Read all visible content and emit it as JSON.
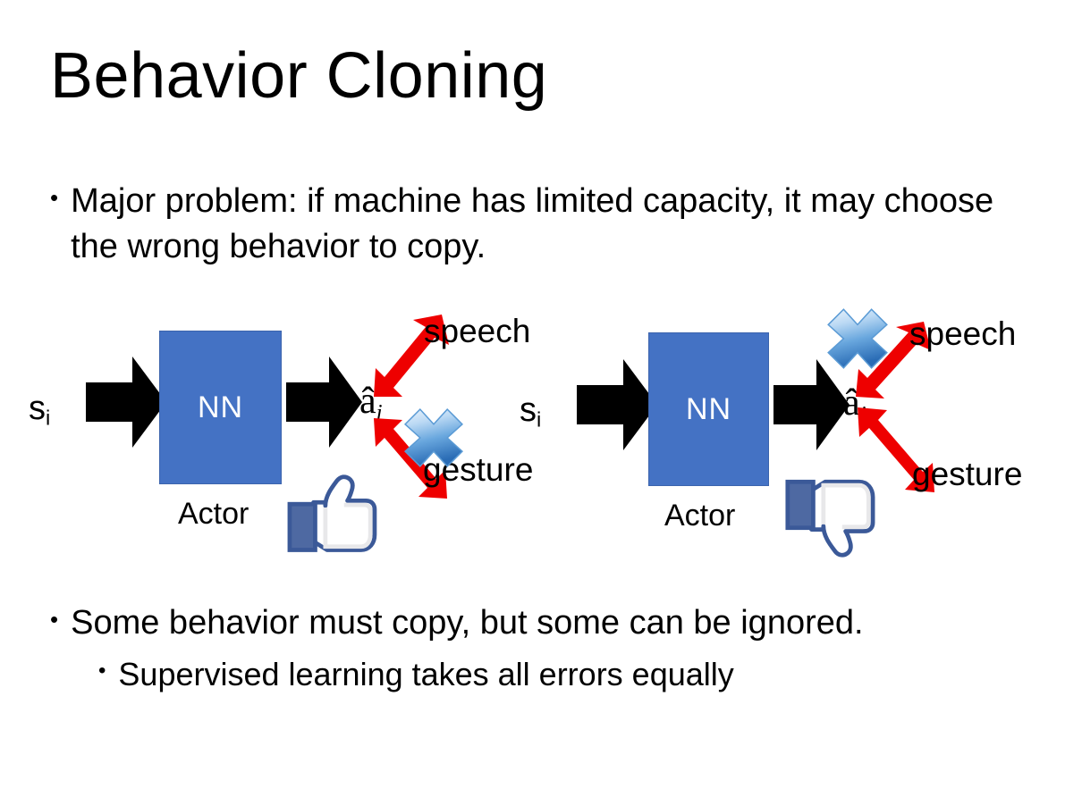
{
  "slide": {
    "title": "Behavior Cloning",
    "background_color": "#FFFFFF"
  },
  "bullets": [
    {
      "id": "bullet-top",
      "level": 1,
      "marker": "•",
      "text": "Major problem: if machine has limited capacity, it may choose the wrong behavior to copy."
    },
    {
      "id": "bullet-mid",
      "level": 1,
      "marker": "•",
      "text": "Some behavior must copy, but some can be ignored."
    },
    {
      "id": "bullet-sub",
      "level": 2,
      "marker": "•",
      "text": "Supervised learning takes all errors equally"
    }
  ],
  "colors": {
    "nn_box_fill": "#4472C4",
    "nn_box_text": "#FFFFFF",
    "arrow_black": "#000000",
    "arrow_red": "#EE0000",
    "cross_blue_light": "#BDD7F0",
    "cross_blue_dark": "#2E75B6",
    "thumb_outline": "#3B5998",
    "thumb_fill": "#FFFFFF",
    "thumb_cuff": "#4E69A2"
  },
  "diagrams": [
    {
      "id": "diagram-1",
      "state_label": "s",
      "state_subscript": "i",
      "box_label": "NN",
      "box_caption": "Actor",
      "action_label": "â",
      "action_subscript": "i",
      "branches": [
        {
          "name": "speech",
          "label": "speech",
          "crossed_out": false
        },
        {
          "name": "gesture",
          "label": "gesture",
          "crossed_out": true
        }
      ],
      "verdict_icon": "thumbs-up-icon",
      "verdict": "positive"
    },
    {
      "id": "diagram-2",
      "state_label": "s",
      "state_subscript": "i",
      "box_label": "NN",
      "box_caption": "Actor",
      "action_label": "â",
      "action_subscript": "i",
      "branches": [
        {
          "name": "speech",
          "label": "speech",
          "crossed_out": true
        },
        {
          "name": "gesture",
          "label": "gesture",
          "crossed_out": false
        }
      ],
      "verdict_icon": "thumbs-down-icon",
      "verdict": "negative"
    }
  ]
}
